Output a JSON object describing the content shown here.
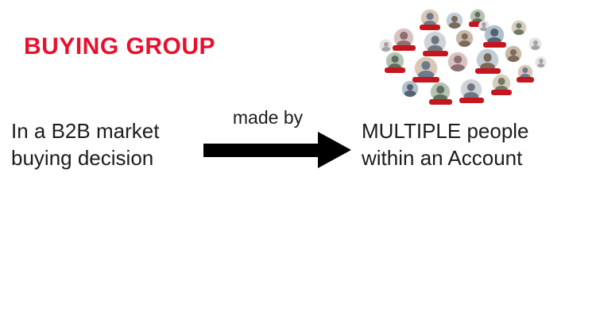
{
  "slide": {
    "title": "BUYING GROUP",
    "left_text_line1": "In a B2B market",
    "left_text_line2": "buying decision",
    "arrow_label": "made by",
    "right_text_line1": "MULTIPLE people",
    "right_text_line2": "within an Account",
    "colors": {
      "title": "#e8112d",
      "body_text": "#1c1c1c",
      "arrow": "#000000",
      "name_tag": "#c4161c",
      "background": "#ffffff"
    },
    "people_cluster": {
      "icon": "people-avatars-cluster",
      "count": 22
    }
  }
}
